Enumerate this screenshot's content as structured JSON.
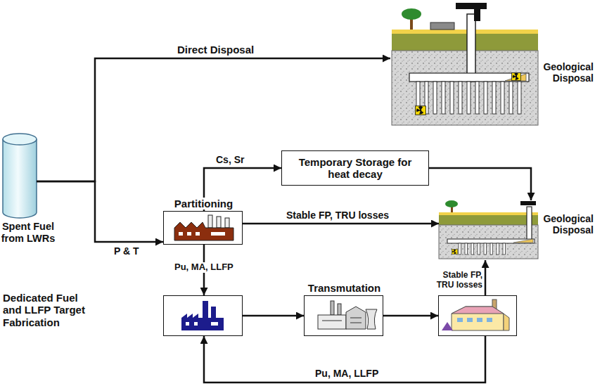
{
  "diagram": {
    "nodes": [
      {
        "text": [
          "Geological Disposal"
        ]
      },
      {
        "text": [
          "Temporary Storage for heat decay"
        ]
      },
      {
        "text": [
          "Spent Fuel from LWRs"
        ]
      },
      {
        "text": [
          "Partitioning"
        ]
      },
      {
        "text": [
          "Geological Disposal"
        ]
      },
      {
        "text": [
          "Dedicated Fuel and LLFP Target Fabrication"
        ]
      },
      {
        "text": [
          "Transmutation"
        ]
      },
      {
        "text": []
      }
    ],
    "edges": [
      {
        "from": 2,
        "to": 0,
        "arrow": "to",
        "label": "Direct Disposal"
      },
      {
        "from": 2,
        "to": 3,
        "arrow": "to",
        "label": "P & T"
      },
      {
        "from": 3,
        "to": 1,
        "arrow": "to",
        "label": "Cs, Sr"
      },
      {
        "from": 1,
        "to": 4,
        "arrow": "to"
      },
      {
        "from": 3,
        "to": 4,
        "arrow": "to",
        "label": "Stable FP, TRU losses"
      },
      {
        "from": 3,
        "to": 5,
        "arrow": "to",
        "label": "Pu, MA, LLFP"
      },
      {
        "from": 5,
        "to": 6,
        "arrow": "to"
      },
      {
        "from": 6,
        "to": 7,
        "arrow": "to"
      },
      {
        "from": 7,
        "to": 4,
        "arrow": "to",
        "label": "Stable FP, TRU losses"
      },
      {
        "from": 7,
        "to": 5,
        "arrow": "to",
        "label": "Pu, MA, LLFP"
      }
    ]
  }
}
